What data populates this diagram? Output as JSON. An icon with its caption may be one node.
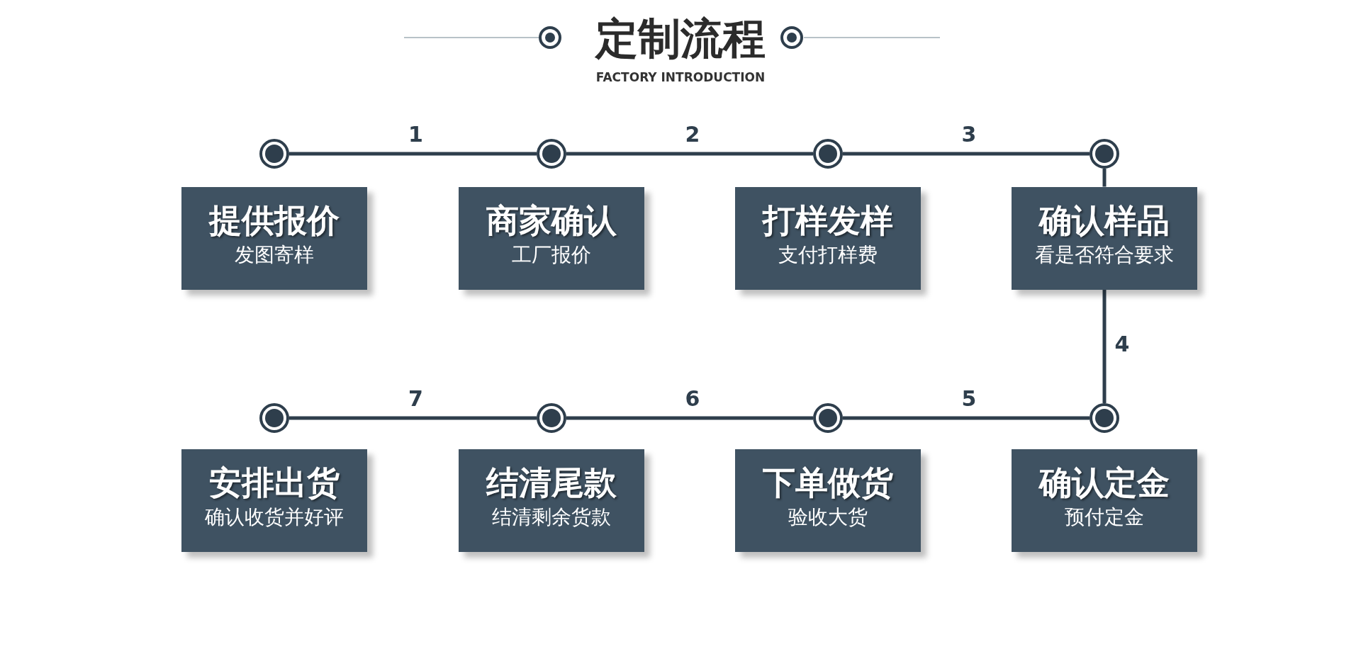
{
  "diagram": {
    "title": "定制流程",
    "caption": "FACTORY INTRODUCTION",
    "nodes": [
      {
        "text": [],
        "shape": "circle"
      },
      {
        "text": [],
        "shape": "circle"
      },
      {
        "text": [],
        "shape": "circle"
      },
      {
        "text": [],
        "shape": "circle"
      },
      {
        "text": [
          "提供报价",
          "发图寄样"
        ]
      },
      {
        "text": [
          "商家确认",
          "工厂报价"
        ]
      },
      {
        "text": [
          "打样发样",
          "支付打样费"
        ]
      },
      {
        "text": [
          "确认样品",
          "看是否符合要求"
        ]
      },
      {
        "text": [],
        "shape": "circle"
      },
      {
        "text": [],
        "shape": "circle"
      },
      {
        "text": [],
        "shape": "circle"
      },
      {
        "text": [],
        "shape": "circle"
      },
      {
        "text": [
          "安排出货",
          "确认收货并好评"
        ]
      },
      {
        "text": [
          "结清尾款",
          "结清剩余货款"
        ]
      },
      {
        "text": [
          "下单做货",
          "验收大货"
        ]
      },
      {
        "text": [
          "确认定金",
          "预付定金"
        ]
      }
    ],
    "edges": [
      {
        "from": 0,
        "to": 1,
        "arrow": "none",
        "label": "1"
      },
      {
        "from": 1,
        "to": 2,
        "arrow": "none",
        "label": "2"
      },
      {
        "from": 2,
        "to": 3,
        "arrow": "none",
        "label": "3"
      },
      {
        "from": 3,
        "to": 7,
        "arrow": "none"
      },
      {
        "from": 7,
        "to": 11,
        "arrow": "none",
        "label": "4"
      },
      {
        "from": 11,
        "to": 10,
        "arrow": "none",
        "label": "5"
      },
      {
        "from": 10,
        "to": 9,
        "arrow": "none",
        "label": "6"
      },
      {
        "from": 9,
        "to": 8,
        "arrow": "none",
        "label": "7"
      }
    ]
  }
}
